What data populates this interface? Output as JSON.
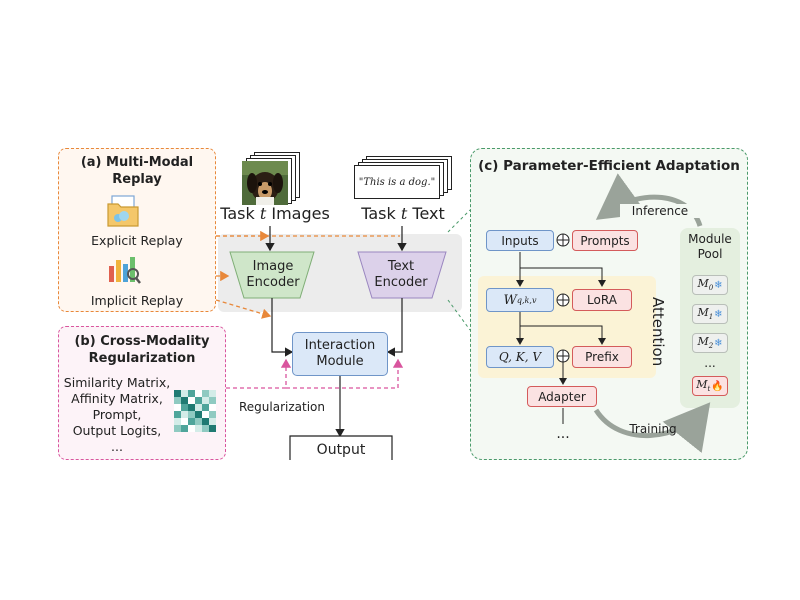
{
  "panels": {
    "replay_title": "(a) Multi-Modal Replay",
    "explicit_replay": "Explicit Replay",
    "implicit_replay": "Implicit Replay",
    "reg_title": "(b) Cross-Modality Regularization",
    "reg_items": [
      "Similarity Matrix,",
      "Affinity Matrix,",
      "Prompt,",
      "Output Logits,",
      "..."
    ],
    "peft_title": "(c) Parameter-Efficient Adaptation"
  },
  "center": {
    "task_images": "Task t Images",
    "task_text": "Task t Text",
    "text_card": "\"This is a dog.\"",
    "image_encoder": [
      "Image",
      "Encoder"
    ],
    "text_encoder": [
      "Text",
      "Encoder"
    ],
    "interaction_module": [
      "Interaction",
      "Module"
    ],
    "regularization": "Regularization",
    "output": "Output"
  },
  "peft": {
    "inputs": "Inputs",
    "prompts": "Prompts",
    "w_qkv": "W",
    "w_sub": "q,k,v",
    "lora": "LoRA",
    "qkv": "Q, K, V",
    "prefix": "Prefix",
    "adapter": "Adapter",
    "ellipsis": "...",
    "attention": "Attention",
    "inference": "Inference",
    "training": "Training",
    "pool_title": [
      "Module",
      "Pool"
    ],
    "modules": [
      "M0",
      "M1",
      "M2",
      "...",
      "Mt"
    ]
  },
  "colors": {
    "replay_border": "#e8883a",
    "reg_border": "#d9559e",
    "peft_border": "#4a9a6a",
    "encoder_img": "#cfe6c9",
    "encoder_txt": "#dcd1ea",
    "attention_bg": "#fbf3d6"
  }
}
